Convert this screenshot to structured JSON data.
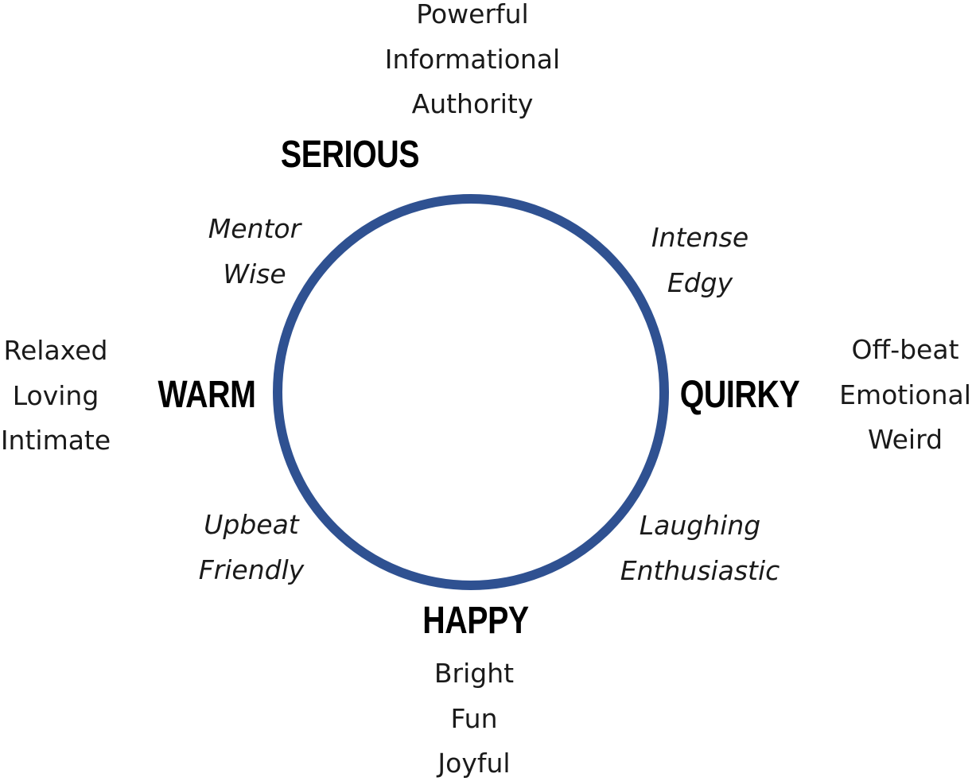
{
  "diagram": {
    "ring_color": "#2f5191",
    "poles": {
      "top": {
        "label": "SERIOUS",
        "words": [
          "Powerful",
          "Informational",
          "Authority"
        ]
      },
      "left": {
        "label": "WARM",
        "words": [
          "Relaxed",
          "Loving",
          "Intimate"
        ]
      },
      "right": {
        "label": "QUIRKY",
        "words": [
          "Off-beat",
          "Emotional",
          "Weird"
        ]
      },
      "bottom": {
        "label": "HAPPY",
        "words": [
          "Bright",
          "Fun",
          "Joyful"
        ]
      }
    },
    "diagonals": {
      "top_left": [
        "Mentor",
        "Wise"
      ],
      "top_right": [
        "Intense",
        "Edgy"
      ],
      "bottom_left": [
        "Upbeat",
        "Friendly"
      ],
      "bottom_right": [
        "Laughing",
        "Enthusiastic"
      ]
    }
  }
}
